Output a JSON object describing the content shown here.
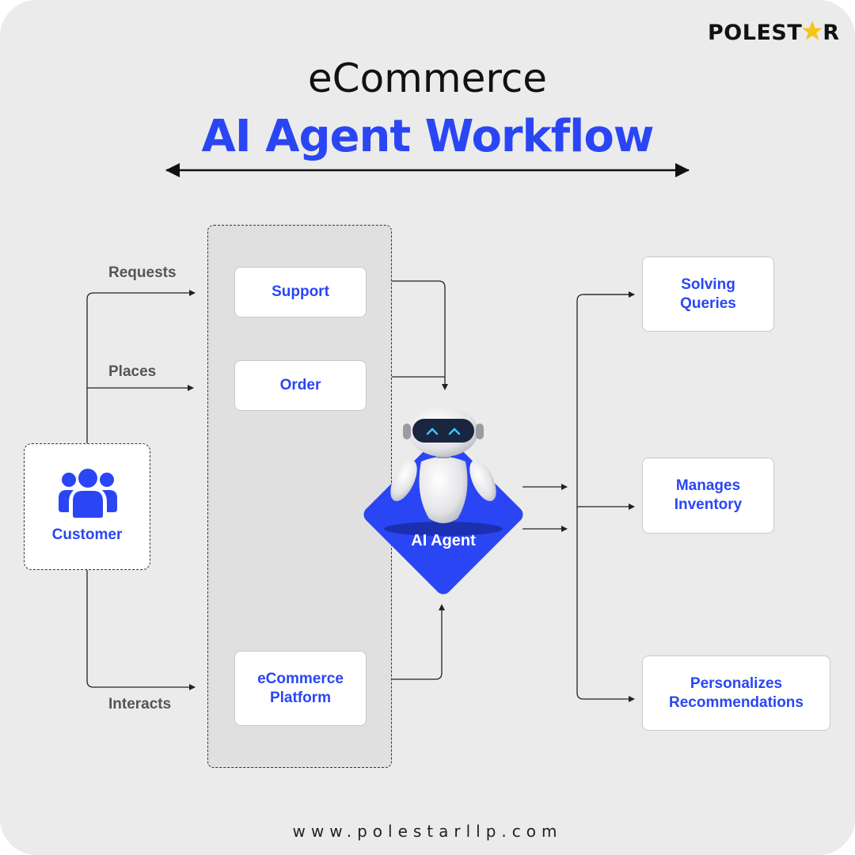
{
  "brand": {
    "logo_text_left": "POLEST",
    "logo_text_right": "R"
  },
  "title": {
    "line1": "eCommerce",
    "line2": "AI Agent Workflow"
  },
  "customer": {
    "label": "Customer"
  },
  "edges": {
    "requests": "Requests",
    "places": "Places",
    "interacts": "Interacts"
  },
  "middle_column": [
    {
      "label": "Support"
    },
    {
      "label": "Order"
    },
    {
      "label_line1": "eCommerce",
      "label_line2": "Platform"
    }
  ],
  "agent": {
    "label": "AI Agent"
  },
  "outcomes": [
    {
      "line1": "Solving",
      "line2": "Queries"
    },
    {
      "line1": "Manages",
      "line2": "Inventory"
    },
    {
      "line1": "Personalizes",
      "line2": "Recommendations"
    }
  ],
  "footer": {
    "url": "www.polestarllp.com"
  },
  "colors": {
    "accent": "#2a46f4",
    "background": "#ebebeb",
    "text_dark": "#111111",
    "edge_label": "#555555"
  }
}
